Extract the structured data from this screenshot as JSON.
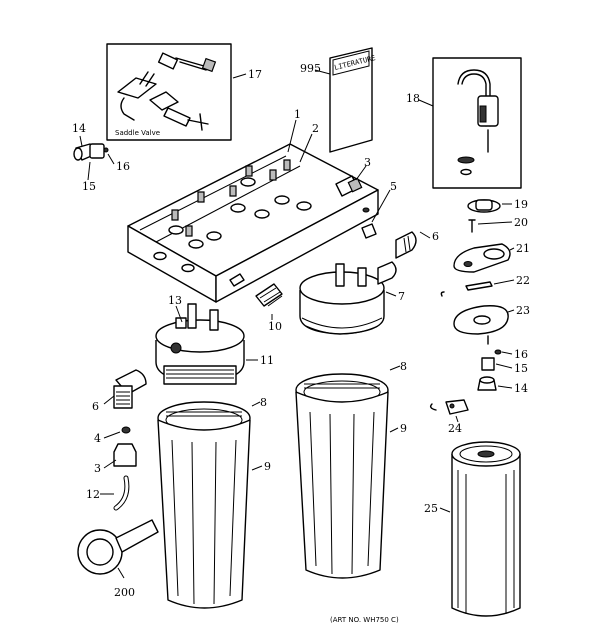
{
  "labels": {
    "n1": "1",
    "n2": "2",
    "n3a": "3",
    "n5": "5",
    "n6a": "6",
    "n7": "7",
    "n8a": "8",
    "n8b": "8",
    "n9a": "9",
    "n9b": "9",
    "n10": "10",
    "n11": "11",
    "n12": "12",
    "n13": "13",
    "n14a": "14",
    "n14b": "14",
    "n15a": "15",
    "n15b": "15",
    "n16a": "16",
    "n16b": "16",
    "n17": "17",
    "n18": "18",
    "n19": "19",
    "n20": "20",
    "n21": "21",
    "n22": "22",
    "n23": "23",
    "n24": "24",
    "n25": "25",
    "n3b": "3",
    "n4": "4",
    "n6b": "6",
    "n995": "995",
    "n200": "200"
  },
  "saddle_valve_caption": "Saddle Valve",
  "literature_title": "LITERATURE",
  "part_number": "(ART NO. WH750 C)"
}
